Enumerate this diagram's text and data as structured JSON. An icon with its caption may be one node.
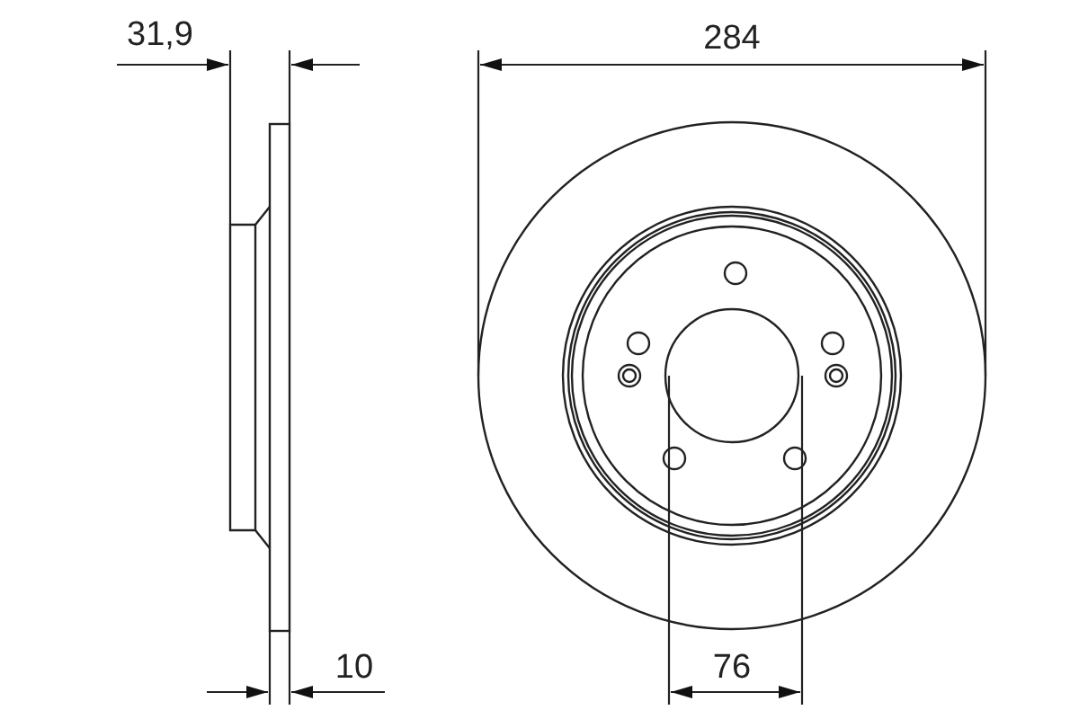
{
  "diagram": {
    "labels": [
      "31,9",
      "284",
      "10",
      "76"
    ]
  }
}
